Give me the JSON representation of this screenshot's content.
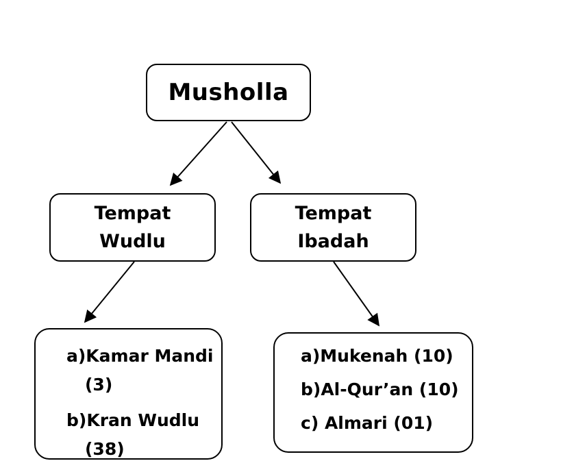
{
  "diagram": {
    "root": {
      "label": "Musholla"
    },
    "mid_left": {
      "line1": "Tempat",
      "line2": "Wudlu"
    },
    "mid_right": {
      "line1": "Tempat",
      "line2": "Ibadah"
    },
    "leaf_left": {
      "item_a_line1": "a)Kamar Mandi",
      "item_a_line2": "(3)",
      "item_b_line1": "b)Kran Wudlu",
      "item_b_line2": "(38)"
    },
    "leaf_right": {
      "items": [
        "a)Mukenah (10)",
        "b)Al-Qur’an (10)",
        "c) Almari (01)"
      ]
    },
    "colors": {
      "line": "#000000",
      "background": "#ffffff"
    }
  }
}
